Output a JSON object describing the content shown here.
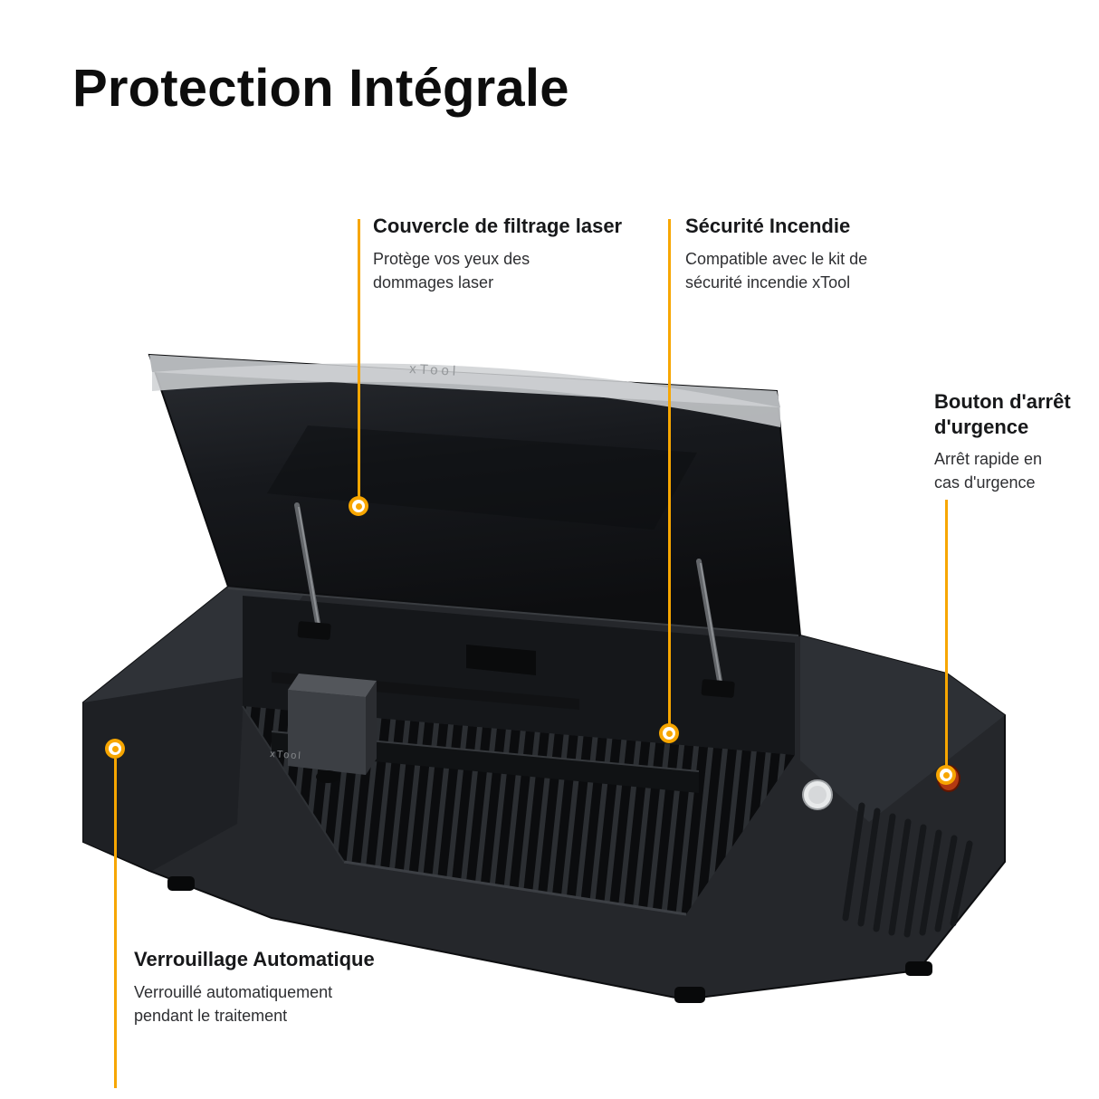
{
  "page": {
    "title": "Protection Intégrale"
  },
  "colors": {
    "accent": "#F7A600",
    "title": "#0d0d0d",
    "machine_body": "#25272b"
  },
  "callouts": {
    "lid_filter": {
      "heading": "Couvercle de filtrage laser",
      "body": "Protège vos yeux des dommages laser"
    },
    "fire_safety": {
      "heading": "Sécurité Incendie",
      "body": "Compatible avec le kit de sécurité incendie xTool"
    },
    "emergency_stop": {
      "heading": "Bouton d'arrêt d'urgence",
      "body": "Arrêt rapide en cas d'urgence"
    },
    "auto_lock": {
      "heading": "Verrouillage Automatique",
      "body": "Verrouillé automatiquement pendant le traitement"
    }
  },
  "machine": {
    "brand": "xTool"
  }
}
